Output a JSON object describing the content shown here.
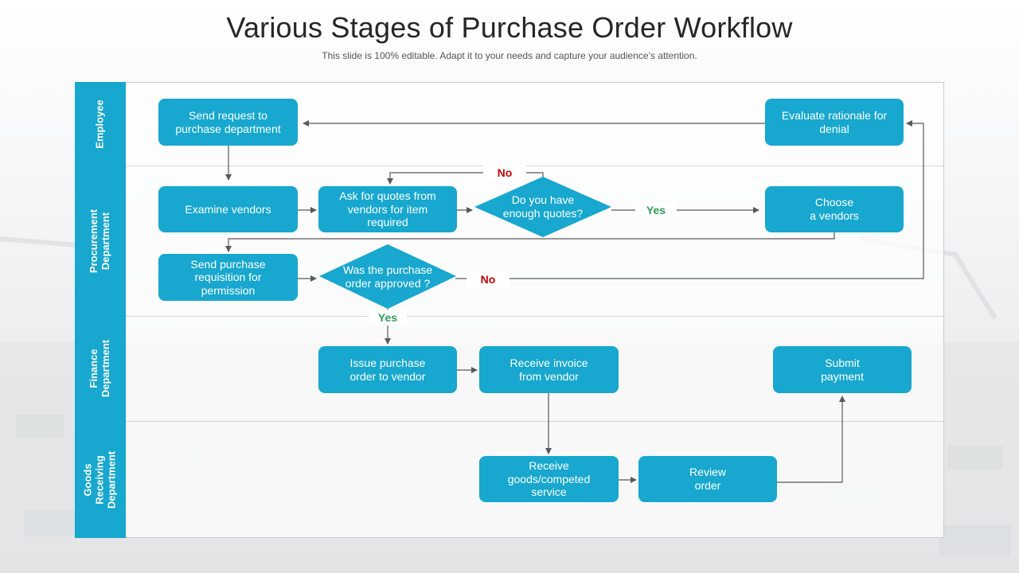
{
  "header": {
    "title": "Various Stages of Purchase Order Workflow",
    "subtitle": "This slide is 100% editable. Adapt it to your needs and capture your audience’s attention."
  },
  "colors": {
    "accent": "#17a7cf",
    "connector": "#595959",
    "no_label": "#c00000",
    "yes_label": "#2e9e57"
  },
  "lanes": [
    {
      "id": "employee",
      "label": "Employee"
    },
    {
      "id": "procurement",
      "label": "Procurement\nDepartment"
    },
    {
      "id": "finance",
      "label": "Finance\nDepartment"
    },
    {
      "id": "goods",
      "label": "Goods\nReceiving\nDepartment"
    }
  ],
  "nodes": {
    "send_request": "Send request to\npurchase department",
    "evaluate_rationale": "Evaluate rationale for\ndenial",
    "examine_vendors": "Examine vendors",
    "ask_quotes": "Ask for quotes from\nvendors for item\nrequired",
    "enough_quotes": "Do you have\nenough quotes?",
    "choose_vendor": "Choose\na vendors",
    "send_requisition": "Send purchase\nrequisition for\npermission",
    "po_approved": "Was the purchase\norder approved ?",
    "issue_po": "Issue purchase\norder to vendor",
    "receive_invoice": "Receive invoice\nfrom vendor",
    "submit_payment": "Submit\npayment",
    "receive_goods": "Receive\ngoods/competed\nservice",
    "review_order": "Review\norder"
  },
  "edge_labels": {
    "quotes_no": "No",
    "quotes_yes": "Yes",
    "approved_no": "No",
    "approved_yes": "Yes"
  }
}
